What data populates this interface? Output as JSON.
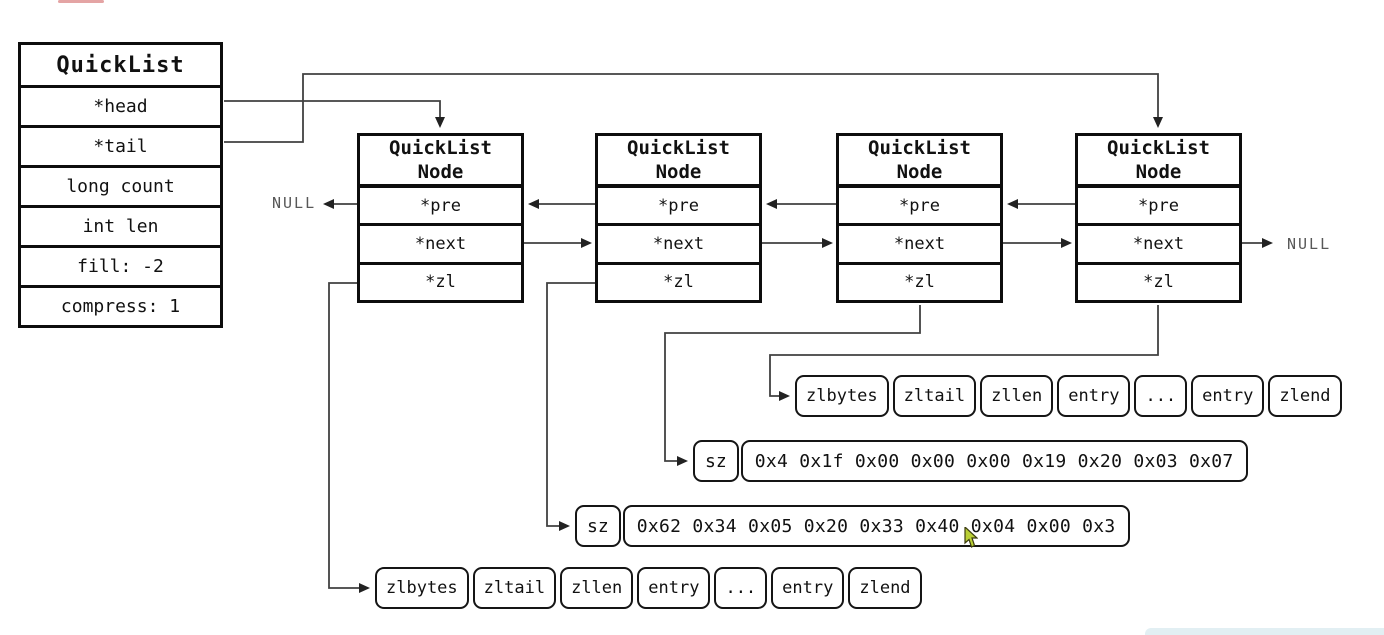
{
  "palette": {
    "wire_color": "#414141",
    "border_color": "#0d0d0d",
    "null_text_color": "#585858",
    "cursor_fill": "#b9cf35",
    "accent_bar_color": "#e2eff3"
  },
  "quicklist": {
    "title": "QuickList",
    "fields": [
      "*head",
      "*tail",
      "long count",
      "int len",
      "fill: -2",
      "compress: 1"
    ]
  },
  "node_title": [
    "QuickList",
    "Node"
  ],
  "node_fields": [
    "*pre",
    "*next",
    "*zl"
  ],
  "labels": {
    "null_left": "NULL",
    "null_right": "NULL"
  },
  "ziplist_cells": [
    "zlbytes",
    "zltail",
    "zllen",
    "entry",
    "...",
    "entry",
    "zlend"
  ],
  "sz_rows": [
    {
      "label": "sz",
      "bytes": "0x4 0x1f 0x00 0x00 0x00 0x19 0x20 0x03 0x07"
    },
    {
      "label": "sz",
      "bytes": "0x62 0x34 0x05 0x20 0x33 0x40 0x04 0x00 0x3"
    }
  ]
}
